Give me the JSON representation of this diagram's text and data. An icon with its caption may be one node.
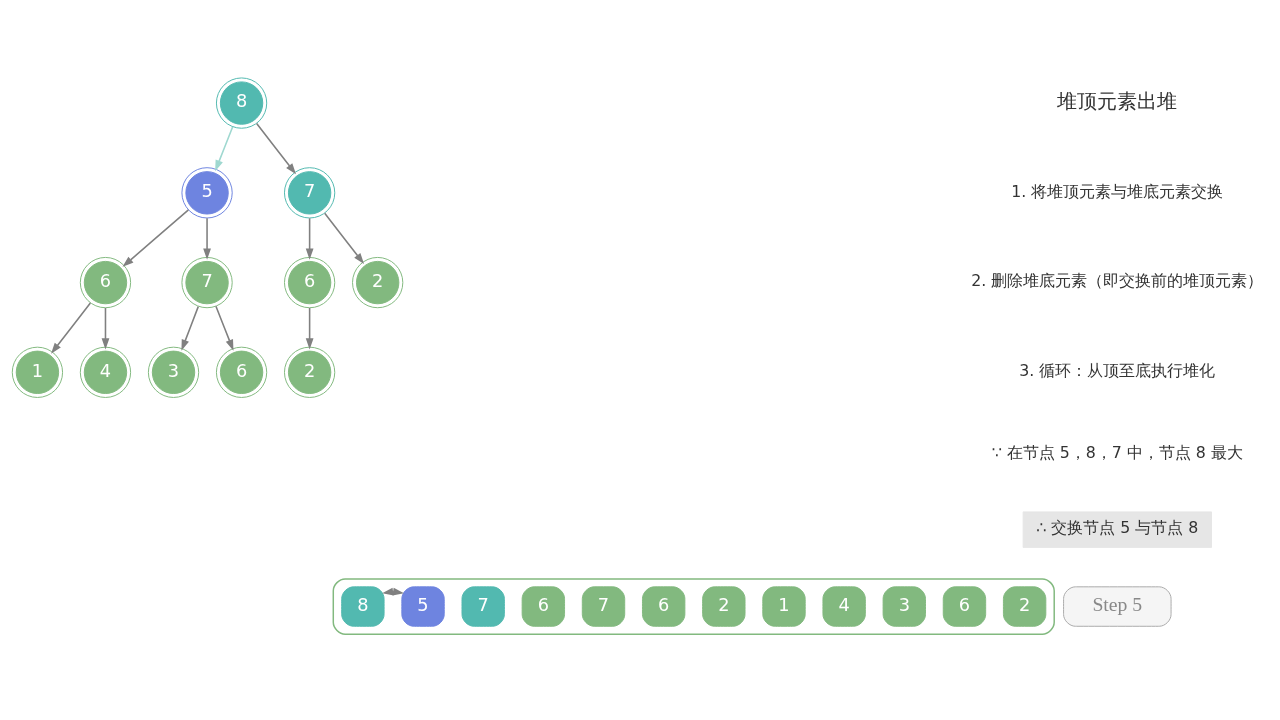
{
  "diagram": {
    "nodes": [
      {
        "text": [
          "8"
        ]
      },
      {
        "text": [
          "5"
        ]
      },
      {
        "text": [
          "7"
        ]
      },
      {
        "text": [
          "6"
        ]
      },
      {
        "text": [
          "7"
        ]
      },
      {
        "text": [
          "6"
        ]
      },
      {
        "text": [
          "2"
        ]
      },
      {
        "text": [
          "1"
        ]
      },
      {
        "text": [
          "4"
        ]
      },
      {
        "text": [
          "3"
        ]
      },
      {
        "text": [
          "6"
        ]
      },
      {
        "text": [
          "2"
        ]
      },
      {
        "text": [
          "∴ 交换节点 5 与节点 8"
        ]
      },
      {
        "text": [],
        "shape": "box"
      },
      {
        "text": [
          "8"
        ],
        "in": 13
      },
      {
        "text": [
          "5"
        ],
        "in": 13
      },
      {
        "text": [
          "7"
        ],
        "in": 13
      },
      {
        "text": [
          "6"
        ],
        "in": 13
      },
      {
        "text": [
          "7"
        ],
        "in": 13
      },
      {
        "text": [
          "6"
        ],
        "in": 13
      },
      {
        "text": [
          "2"
        ],
        "in": 13
      },
      {
        "text": [
          "1"
        ],
        "in": 13
      },
      {
        "text": [
          "4"
        ],
        "in": 13
      },
      {
        "text": [
          "3"
        ],
        "in": 13
      },
      {
        "text": [
          "6"
        ],
        "in": 13
      },
      {
        "text": [
          "2"
        ],
        "in": 13
      },
      {
        "text": [
          "Step 5"
        ]
      }
    ],
    "edges": [
      {
        "from": 0,
        "to": 1,
        "arrow": "to",
        "color": "#9fd8d0"
      },
      {
        "from": 0,
        "to": 2,
        "arrow": "to"
      },
      {
        "from": 1,
        "to": 3,
        "arrow": "to"
      },
      {
        "from": 1,
        "to": 4,
        "arrow": "to"
      },
      {
        "from": 2,
        "to": 5,
        "arrow": "to"
      },
      {
        "from": 2,
        "to": 6,
        "arrow": "to"
      },
      {
        "from": 3,
        "to": 7,
        "arrow": "to"
      },
      {
        "from": 3,
        "to": 8,
        "arrow": "to"
      },
      {
        "from": 4,
        "to": 9,
        "arrow": "to"
      },
      {
        "from": 4,
        "to": 10,
        "arrow": "to"
      },
      {
        "from": 5,
        "to": 11,
        "arrow": "to"
      },
      {
        "from": 14,
        "to": 15,
        "arrow": "both"
      }
    ],
    "labels": [
      "堆顶元素出堆",
      "1. 将堆顶元素与堆底元素交换",
      "2. 删除堆底元素（即交换前的堆顶元素）",
      "3. 循环：从顶至底执行堆化",
      "∵ 在节点 5，8，7 中，节点 8 最大"
    ]
  }
}
